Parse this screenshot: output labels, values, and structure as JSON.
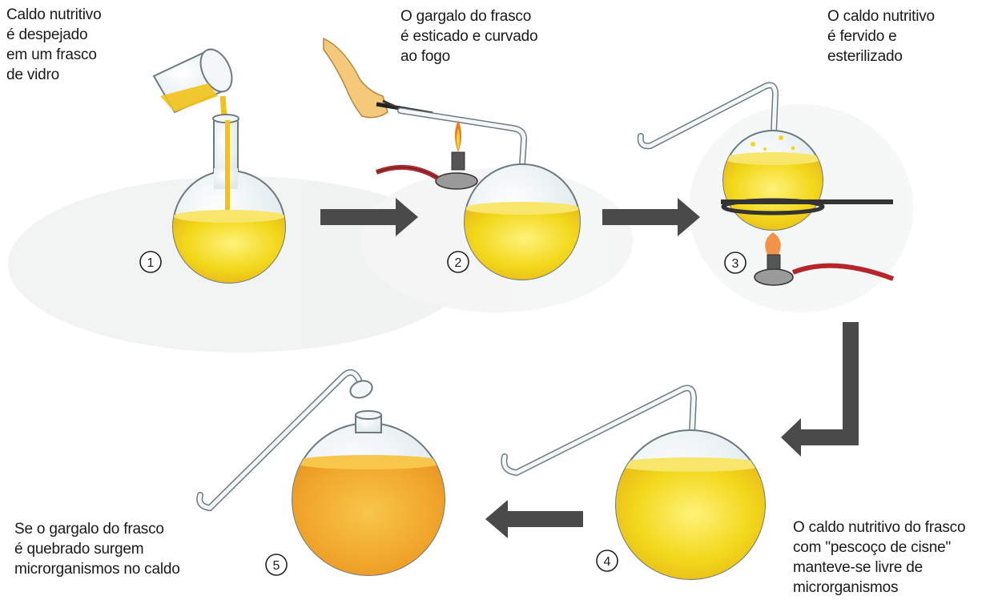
{
  "steps": [
    {
      "number": "1",
      "caption": "Caldo nutritivo\né despejado\nem um frasco\nde vidro"
    },
    {
      "number": "2",
      "caption": "O gargalo do frasco\né esticado e curvado\nao fogo"
    },
    {
      "number": "3",
      "caption": "O caldo nutritivo\né fervido e\nesterilizado"
    },
    {
      "number": "4",
      "caption": "O caldo nutritivo do frasco\ncom \"pescoço de cisne\"\nmanteve-se livre de\nmicrorganismos"
    },
    {
      "number": "5",
      "caption": "Se o gargalo do frasco\né quebrado surgem\nmicrorganismos no caldo"
    }
  ],
  "colors": {
    "broth": "#f2d81a",
    "broth_dark": "#e9b21c",
    "broth_orange": "#f0a52a",
    "glass": "#e9f2f4",
    "glass_edge": "#6d7a80",
    "arrow": "#4a4a4a",
    "flame": "#f07a1a",
    "tube_red": "#b5252a"
  }
}
